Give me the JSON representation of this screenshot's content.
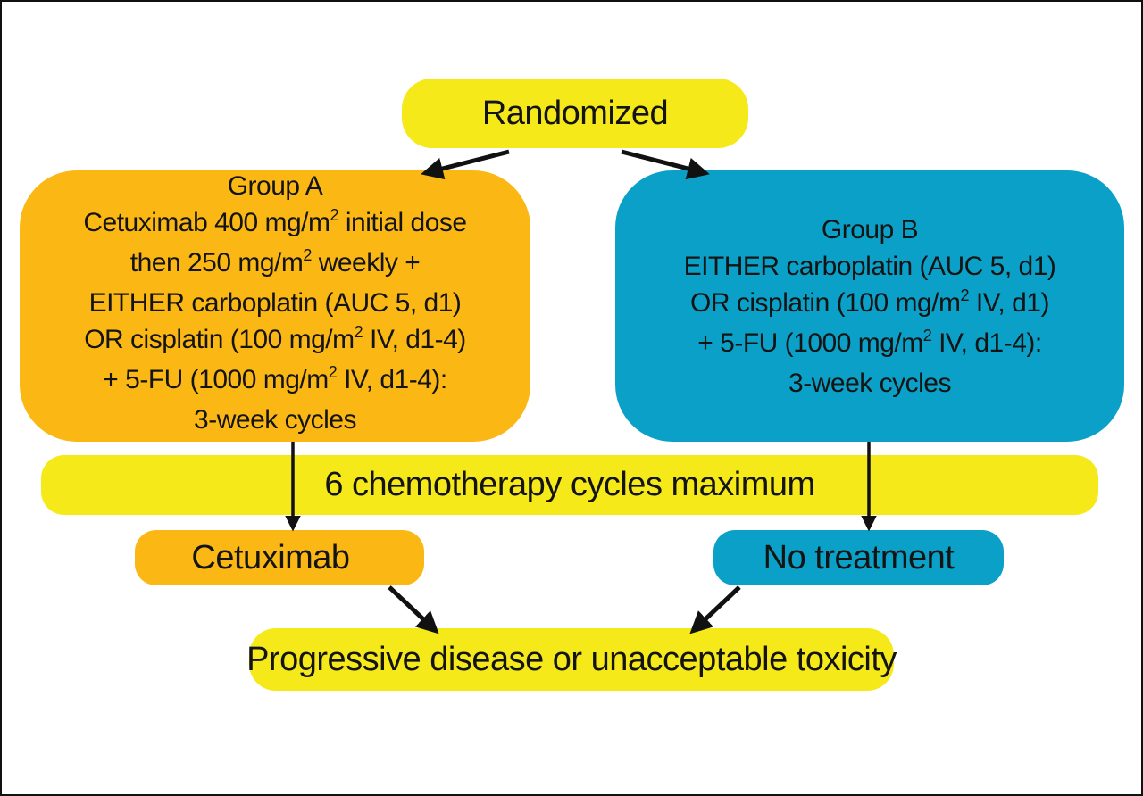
{
  "nodes": {
    "randomized": "Randomized",
    "group_a": {
      "title": "Group A",
      "line1_a": "Cetuximab 400 mg/m",
      "line1_sup": "2",
      "line1_b": " initial dose",
      "line2_a": "then 250 mg/m",
      "line2_sup": "2",
      "line2_b": " weekly +",
      "line3": "EITHER carboplatin (AUC 5, d1)",
      "line4_a": "OR cisplatin (100 mg/m",
      "line4_sup": "2",
      "line4_b": " IV, d1-4)",
      "line5_a": "+ 5-FU (1000 mg/m",
      "line5_sup": "2",
      "line5_b": " IV, d1-4):",
      "line6": "3-week cycles"
    },
    "group_b": {
      "title": "Group B",
      "line1": "EITHER carboplatin (AUC 5, d1)",
      "line2_a": "OR cisplatin (100 mg/m",
      "line2_sup": "2",
      "line2_b": " IV, d1)",
      "line3_a": "+ 5-FU (1000 mg/m",
      "line3_sup": "2",
      "line3_b": " IV, d1-4):",
      "line4": "3-week cycles"
    },
    "cycles": "6 chemotherapy cycles maximum",
    "cetuximab": "Cetuximab",
    "no_treatment": "No treatment",
    "progression": "Progressive disease or unacceptable toxicity"
  },
  "colors": {
    "yellow": "#f5e91a",
    "orange": "#fbb814",
    "blue": "#0ba0c7",
    "arrow": "#111111"
  },
  "edges": [
    {
      "from": "randomized",
      "to": "group_a"
    },
    {
      "from": "randomized",
      "to": "group_b"
    },
    {
      "from": "group_a",
      "to": "cetuximab"
    },
    {
      "from": "group_b",
      "to": "no_treatment"
    },
    {
      "from": "cetuximab",
      "to": "progression"
    },
    {
      "from": "no_treatment",
      "to": "progression"
    }
  ]
}
